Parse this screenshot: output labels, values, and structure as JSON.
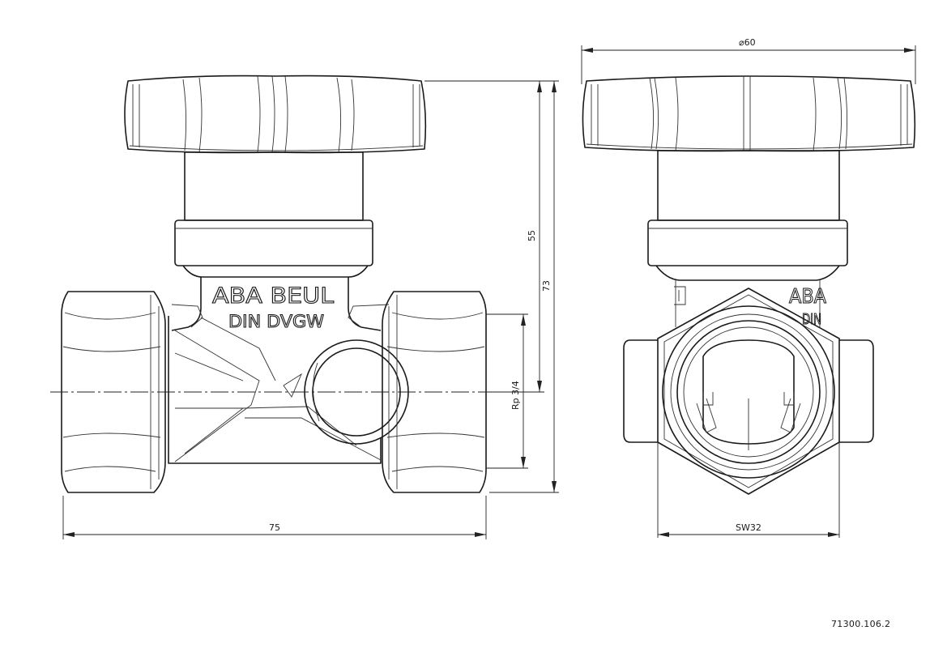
{
  "drawing": {
    "drawing_number": "71300.106.2",
    "front_view": {
      "brand_text": "ABA BEUL",
      "standard_text": "DIN DVGW",
      "dim_length": "75",
      "dim_height_top": "55",
      "dim_height_total": "73",
      "dim_thread": "Rp 3/4"
    },
    "side_view": {
      "dim_diameter": "⌀60",
      "dim_wrench": "SW32",
      "side_brand_fragment": "ABA",
      "side_standard_fragment": "DIN"
    }
  }
}
